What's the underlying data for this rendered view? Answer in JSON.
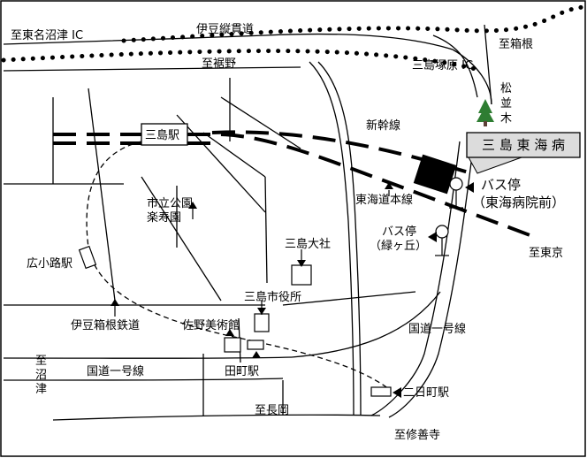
{
  "map": {
    "labels": {
      "to_numazu_ic": "至東名沼津 IC",
      "izu_jukan": "伊豆縦貫道",
      "to_hakone": "至箱根",
      "to_susono": "至裾野",
      "mishima_tsukahara_ic": "三島塚原 IC",
      "matsunamiki": "松並木",
      "shinkansen": "新幹線",
      "mishima_station": "三島駅",
      "hospital": "三 島 東 海 病",
      "bus_stop_hospital": "バス停",
      "bus_stop_hospital_sub": "（東海病院前）",
      "tokaido_line": "東海道本線",
      "city_park": "市立公園",
      "rakujuen": "楽寿園",
      "bus_stop_midorigaoka": "バス停",
      "bus_stop_midorigaoka_sub": "（緑ヶ丘）",
      "mishima_taisha": "三島大社",
      "to_tokyo": "至東京",
      "hirokoji_station": "広小路駅",
      "city_hall": "三島市役所",
      "izu_hakone_railway": "伊豆箱根鉄道",
      "sano_museum": "佐野美術館",
      "route1_east": "国道一号線",
      "to_numazu": "至沼津",
      "route1_west": "国道一号線",
      "tamachi_station": "田町駅",
      "futsukamachi_station": "二日町駅",
      "to_nagaoka": "至長岡",
      "to_shuzenji": "至修善寺"
    },
    "colors": {
      "ink": "#000000",
      "background": "#ffffff",
      "hospital_label_fill": "#dcdcdc",
      "tree_green": "#2e7d32"
    },
    "icons": [
      "tree-icon",
      "bus-stop-icon",
      "arrow-left-icon",
      "arrow-up-icon",
      "arrow-down-icon",
      "hospital-building-icon"
    ]
  }
}
